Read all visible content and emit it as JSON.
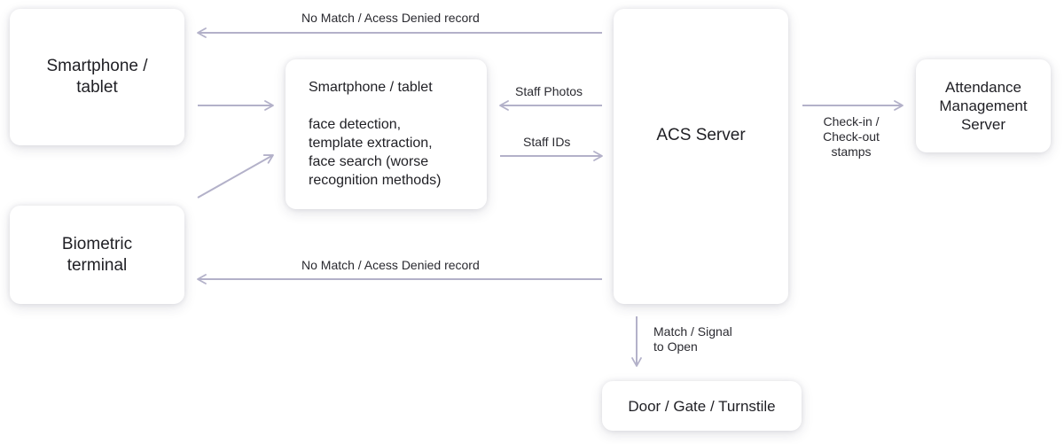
{
  "nodes": {
    "smartphone": [
      "Smartphone /",
      "tablet"
    ],
    "biometric": [
      "Biometric",
      "terminal"
    ],
    "processing": {
      "title": "Smartphone / tablet",
      "body": [
        "face detection,",
        "template extraction,",
        "face search (worse",
        "recognition methods)"
      ]
    },
    "acs": "ACS Server",
    "attendance": [
      "Attendance",
      "Management",
      "Server"
    ],
    "door": "Door / Gate / Turnstile"
  },
  "edges": {
    "no_match_top": "No Match / Acess Denied record",
    "no_match_bottom": "No Match / Acess Denied record",
    "staff_photos": "Staff Photos",
    "staff_ids": "Staff IDs",
    "checkin": [
      "Check-in /",
      "Check-out",
      "stamps"
    ],
    "match_signal": [
      "Match / Signal",
      "to Open"
    ]
  },
  "colors": {
    "arrow": "#b3b1c9",
    "text": "#1f1f24"
  }
}
